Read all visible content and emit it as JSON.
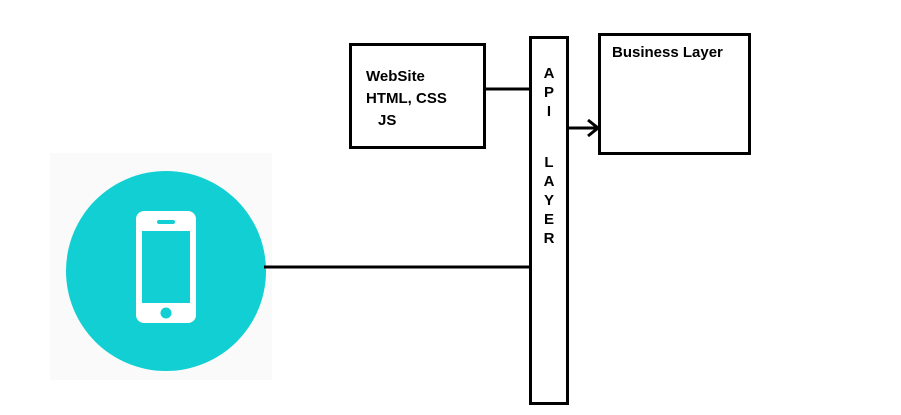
{
  "website_box": {
    "line1": "WebSite",
    "line2": "HTML, CSS",
    "line3": "JS"
  },
  "business_box": {
    "label": "Business Layer"
  },
  "api_layer": {
    "letters_top": [
      "A",
      "P",
      "I"
    ],
    "letters_bottom": [
      "L",
      "A",
      "Y",
      "E",
      "R"
    ]
  },
  "mobile": {
    "icon": "smartphone-icon",
    "circle_color": "#11cfd2",
    "icon_color": "#ffffff"
  },
  "connector_color": "#000000"
}
